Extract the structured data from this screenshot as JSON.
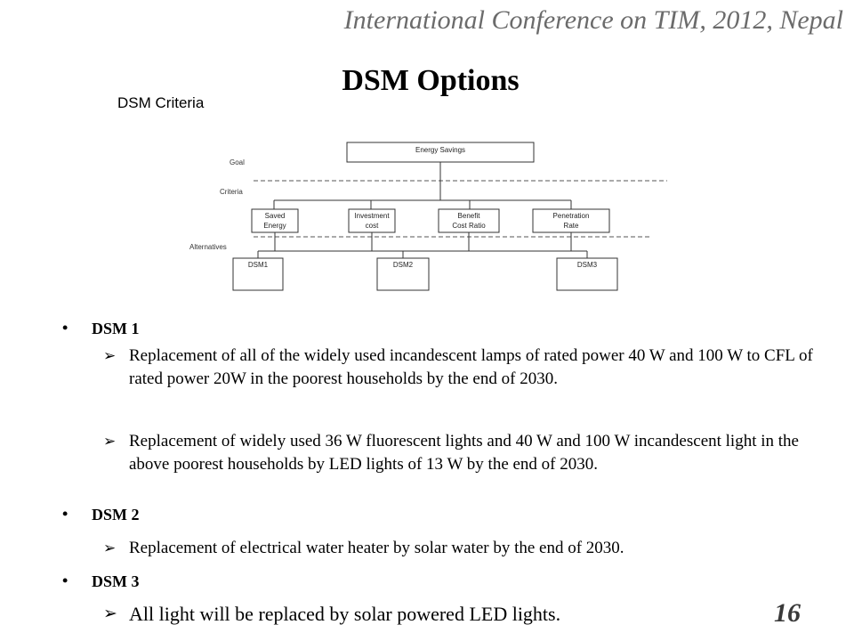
{
  "header": {
    "conference": "International Conference on TIM, 2012, Nepal"
  },
  "slide": {
    "title": "DSM Options",
    "criteria_caption": "DSM Criteria",
    "page_number": "16"
  },
  "diagram": {
    "goal_label": "Goal",
    "criteria_label": "Criteria",
    "alternatives_label": "Alternatives",
    "goal_box": "Energy Savings",
    "criteria": [
      [
        "Saved",
        "Energy"
      ],
      [
        "Investment",
        "cost"
      ],
      [
        "Benefit",
        "Cost Ratio"
      ],
      [
        "Penetration",
        "Rate"
      ]
    ],
    "alternatives": [
      "DSM1",
      "DSM2",
      "DSM3"
    ]
  },
  "sections": [
    {
      "heading": "DSM 1",
      "items": [
        "Replacement of all of the widely used incandescent lamps of rated power 40 W and 100 W to CFL of rated power 20W in the poorest households by the end of 2030.",
        "Replacement of widely used 36 W fluorescent lights and 40 W and 100 W incandescent light in the above poorest households by LED lights of 13 W by the end of 2030."
      ]
    },
    {
      "heading": "DSM 2",
      "items": [
        "Replacement of  electrical water heater by solar water by the end of 2030."
      ]
    },
    {
      "heading": "DSM 3",
      "items": [
        "All light will be replaced by solar powered LED lights."
      ]
    }
  ]
}
